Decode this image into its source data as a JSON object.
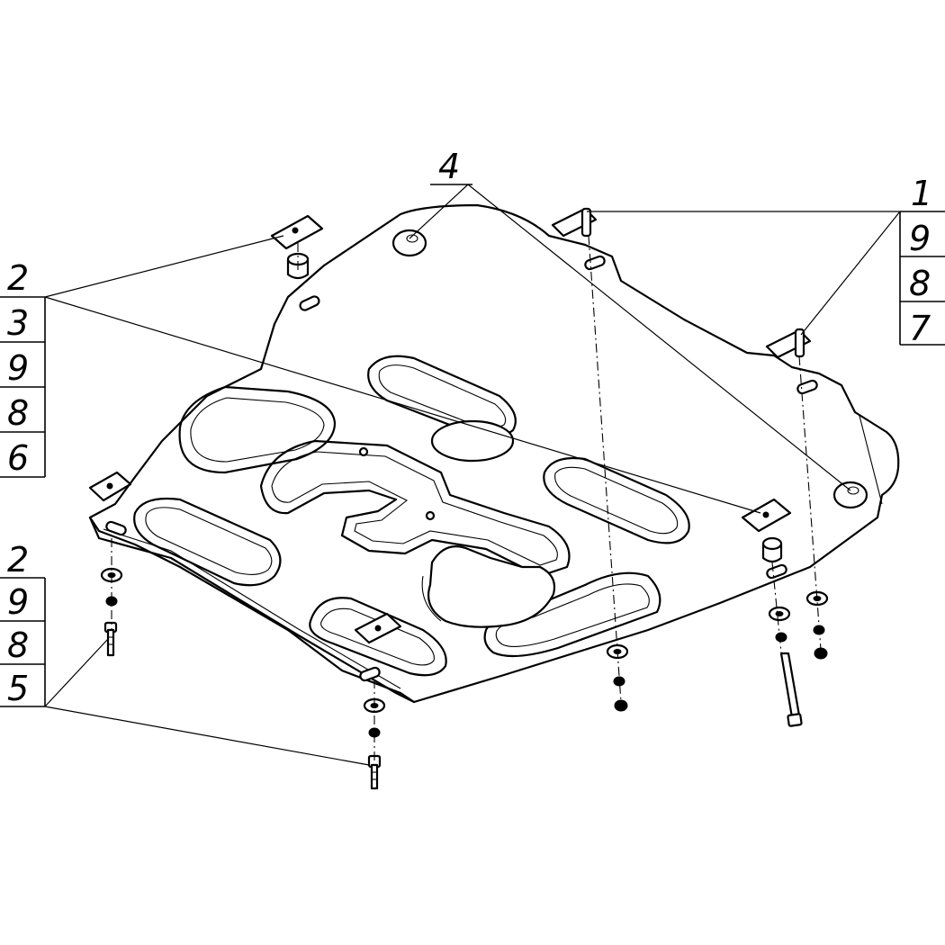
{
  "callouts": {
    "group_left_top": [
      "2",
      "3",
      "9",
      "8",
      "6"
    ],
    "group_left_bottom": [
      "2",
      "9",
      "8",
      "5"
    ],
    "group_right": [
      "1",
      "9",
      "8",
      "7"
    ],
    "label_top": "4"
  }
}
